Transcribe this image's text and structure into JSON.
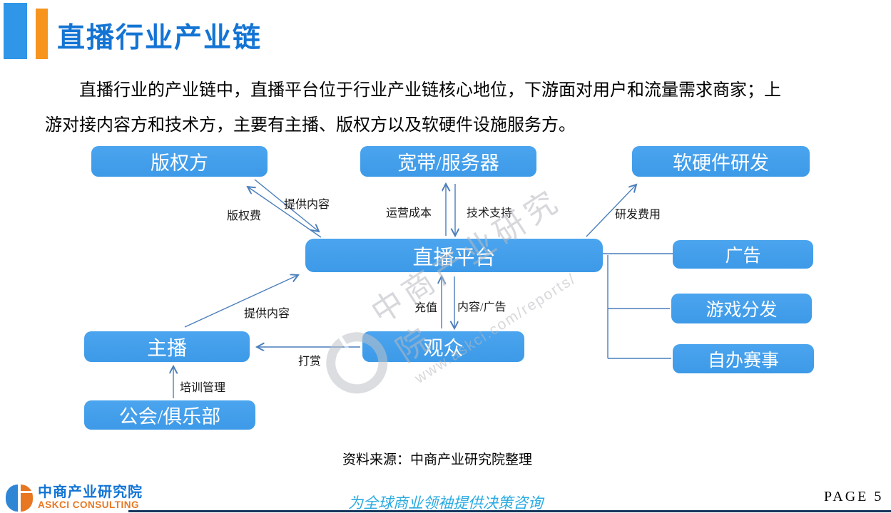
{
  "page": {
    "title": "直播行业产业链",
    "intro_line1": "直播行业的产业链中，直播平台位于行业产业链核心地位，下游面对用户和流量需求商家；上",
    "intro_line2": "游对接内容方和技术方，主要有主播、版权方以及软硬件设施服务方。",
    "source": "资料来源：中商产业研究院整理"
  },
  "diagram": {
    "nodes": {
      "copyright": "版权方",
      "bandwidth_server": "宽带/服务器",
      "hardware_rd": "软硬件研发",
      "platform": "直播平台",
      "ads": "广告",
      "game_distribution": "游戏分发",
      "own_events": "自办赛事",
      "streamer": "主播",
      "audience": "观众",
      "guild_club": "公会/俱乐部"
    },
    "edges": {
      "copyright_fee": "版权费",
      "provide_content_upper": "提供内容",
      "operating_cost": "运营成本",
      "tech_support": "技术支持",
      "rd_cost": "研发费用",
      "recharge": "充值",
      "content_ads": "内容/广告",
      "provide_content_lower": "提供内容",
      "tipping": "打赏",
      "training_management": "培训管理"
    },
    "colors": {
      "node_fill": "#3E9CEA",
      "arrow": "#4A7EBB"
    }
  },
  "watermark": {
    "line1": "中商产业研究院",
    "line2": "www.askci.com/reports/"
  },
  "footer": {
    "logo_cn": "中商产业研究院",
    "logo_en": "ASKCI CONSULTING",
    "tagline": "为全球商业领袖提供决策咨询",
    "page_label": "PAGE 5"
  },
  "theme": {
    "title_blue": "#1374D4",
    "accent_orange": "#F7941E",
    "footer_blue": "#29ABE2",
    "logo_blue": "#2E86D5",
    "logo_orange": "#E87722",
    "bottom_line_navy": "#17375E"
  }
}
